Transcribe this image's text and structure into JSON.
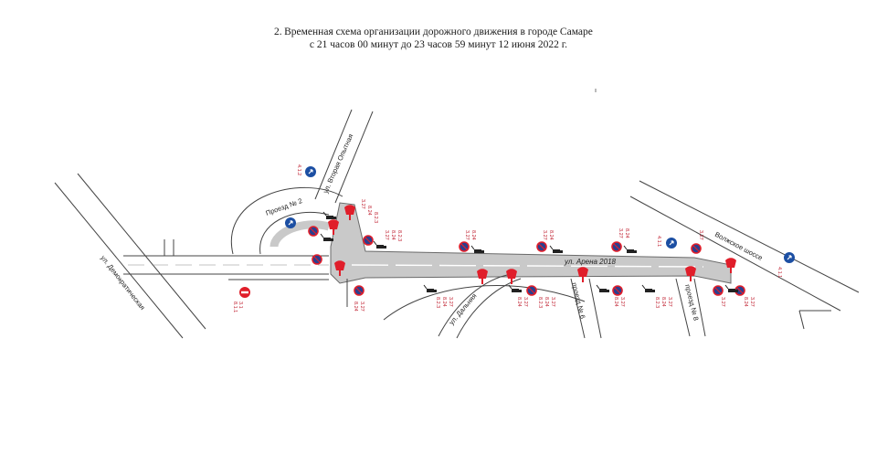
{
  "header": {
    "number": "2.",
    "title_line1": "Временная схема организации дорожного движения в городе Самаре",
    "title_line2": "с 21 часов 00 минут до 23 часов 59 минут 12 июня 2022 г."
  },
  "streets": {
    "demokraticheskaya": "ул. Демократическая",
    "vtoraya_stepnaya": "ул. Вторая Опытная",
    "proezd2": "Проезд № 2",
    "arena2018": "ул. Арена 2018",
    "dalnyaya": "ул. Дальняя",
    "proezd6": "проезд № 6",
    "proezd8": "проезд № 8",
    "volzhskoe": "Волжское шоссе"
  },
  "sign_codes": {
    "no_stopping": "3.27",
    "tow_truck": "8.24",
    "side": "8.2.3",
    "no_entry": "3.1",
    "direction": "4.1.1",
    "direction_right": "4.1.2",
    "no_entry_plate": "8.1.1",
    "detour": "8.2.4"
  },
  "colors": {
    "road_fill": "#c9c9c9",
    "road_edge": "#6a6a6a",
    "prohibit_red": "#e01e2a",
    "prohibit_blue": "#2a3f8f",
    "mandatory_blue": "#1c4fa3",
    "label_red": "#c02030"
  }
}
